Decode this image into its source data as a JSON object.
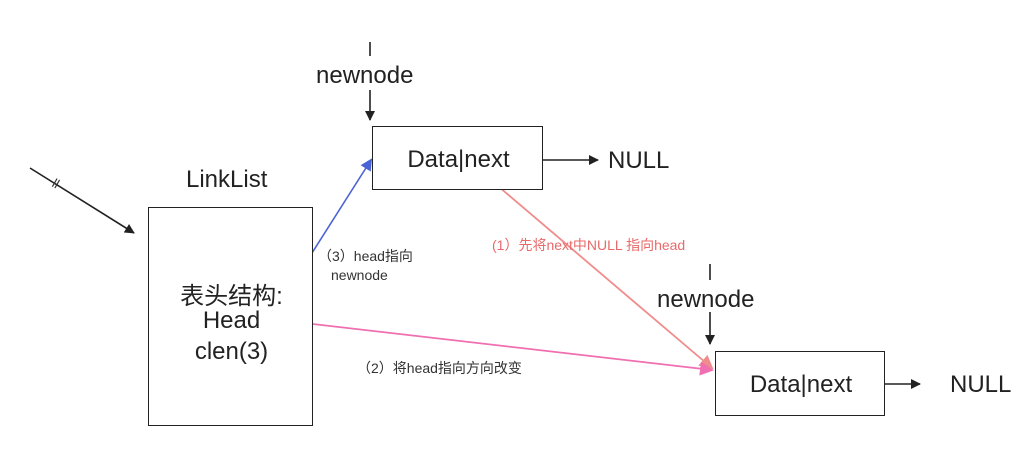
{
  "linklist": {
    "title": "LinkList",
    "line1": "表头结构:",
    "line2": "Head",
    "line3": "clen(3)"
  },
  "node_top": {
    "pointer_label": "newnode",
    "content": "Data|next",
    "null_label": "NULL"
  },
  "node_bottom": {
    "pointer_label": "newnode",
    "content": "Data|next",
    "null_label": "NULL"
  },
  "entry_marker": "ll",
  "annotations": {
    "step1": "(1）先将next中NULL 指向head",
    "step2": "（2）将head指向方向改变",
    "step3_line1": "（3）head指向",
    "step3_line2": "newnode"
  },
  "colors": {
    "black": "#222222",
    "red_arrow": "#f08c8c",
    "pink_arrow": "#ef6fb0",
    "blue_arrow": "#4a63d6",
    "red_text": "#e86a6a"
  }
}
